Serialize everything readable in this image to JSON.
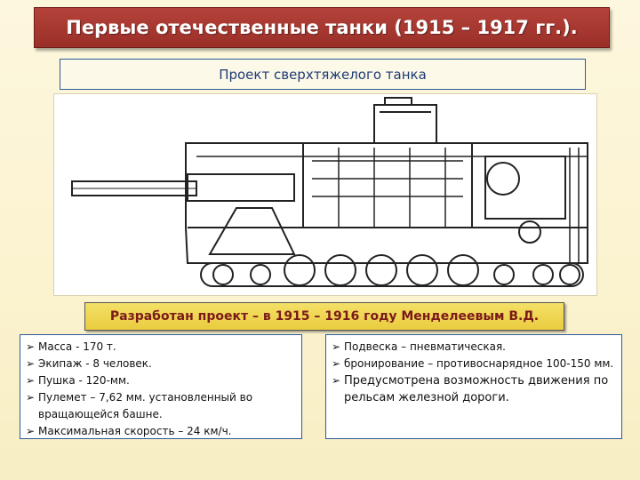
{
  "slide": {
    "title": "Первые отечественные танки (1915 – 1917 гг.).",
    "subtitle": "Проект сверхтяжелого танка",
    "developer_banner": "Разработан проект – в 1915 – 1916 году Менделеевым В.Д.",
    "bullet_icon": "arrow-bullet",
    "colors": {
      "title_bg": "#a8382f",
      "banner_bg": "#f0d64f",
      "box_border": "#2c5a9a",
      "banner_text": "#7b1a1a"
    },
    "specs_left": [
      "Масса - 170 т.",
      "Экипаж - 8 человек.",
      "Пушка - 120-мм.",
      "Пулемет – 7,62 мм. установленный во вращающейся башне.",
      "Максимальная скорость – 24 км/ч."
    ],
    "specs_right": [
      "Подвеска – пневматическая.",
      "бронирование – противоснарядное 100-150 мм.",
      "Предусмотрена возможность движения по рельсам железной дороги."
    ]
  }
}
